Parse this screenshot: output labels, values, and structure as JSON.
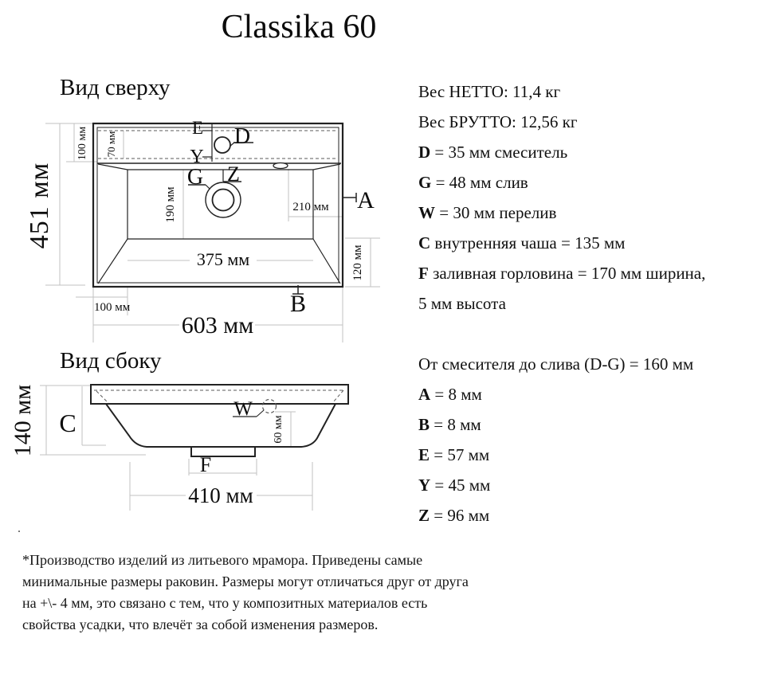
{
  "title": "Classika 60",
  "top_view": {
    "heading": "Вид сверху",
    "dim_height": "451 мм",
    "dim_width": "603 мм",
    "dim_back_inset": "100 мм",
    "dim_deck": "70 мм",
    "dim_drain": "190 мм",
    "dim_overflow": "210 мм",
    "dim_bowl_width": "375 мм",
    "dim_corner_left": "100 мм",
    "dim_corner_right": "120 мм",
    "label_e": "E",
    "label_d": "D",
    "label_y": "Y",
    "label_g": "G",
    "label_z": "Z",
    "label_a": "A",
    "label_b": "B"
  },
  "side_view": {
    "heading": "Вид сбоку",
    "dim_height": "140 мм",
    "dim_overflow_depth": "60 мм",
    "dim_bottom_width": "410 мм",
    "label_c": "C",
    "label_w": "W",
    "label_f": "F"
  },
  "specs_top": [
    {
      "bold": "",
      "text": "Вес НЕТТО: 11,4 кг"
    },
    {
      "bold": "",
      "text": "Вес БРУТТО: 12,56 кг"
    },
    {
      "bold": "D",
      "text": " = 35 мм смеситель"
    },
    {
      "bold": "G",
      "text": " = 48 мм слив"
    },
    {
      "bold": "W",
      "text": " = 30 мм перелив"
    },
    {
      "bold": "C",
      "text": " внутренняя чаша = 135 мм"
    },
    {
      "bold": "F",
      "text": " заливная горловина = 170 мм ширина,"
    },
    {
      "bold": "",
      "text": "5 мм высота"
    }
  ],
  "specs_bottom": [
    {
      "bold": "",
      "text": "От смесителя до слива (D-G) = 160 мм"
    },
    {
      "bold": "A",
      "text": " = 8 мм"
    },
    {
      "bold": "B",
      "text": " = 8 мм"
    },
    {
      "bold": "E",
      "text": " = 57 мм"
    },
    {
      "bold": "Y",
      "text": " = 45 мм"
    },
    {
      "bold": "Z",
      "text": " = 96 мм"
    }
  ],
  "footnote_mark": ".",
  "footnote": "*Производство изделий из литьевого мрамора. Приведены самые минимальные размеры раковин. Размеры могут отличаться друг от друга на +\\- 4 мм, это связано с тем, что у композитных материалов есть свойства усадки, что влечёт за собой изменения размеров.",
  "colors": {
    "object_line": "#222222",
    "dimension_line": "#c2c2c2",
    "text": "#0d0d0d"
  }
}
